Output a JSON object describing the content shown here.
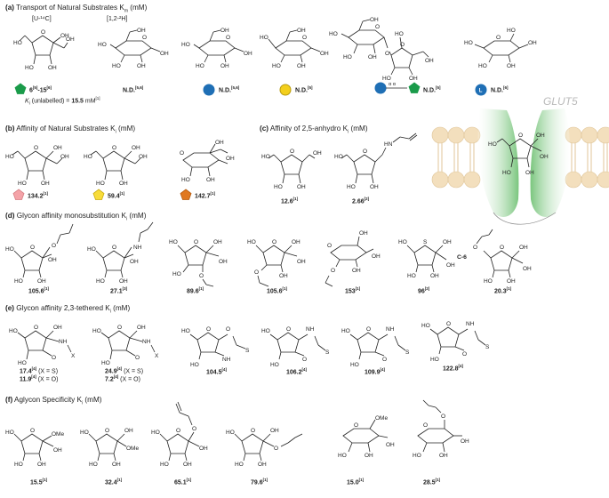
{
  "panels": {
    "a": {
      "letter": "(a)",
      "title": "Transport of Natural Substrates K",
      "title_sub": "m",
      "title_unit": " (mM)",
      "label_u14c": "[U-¹⁴C]",
      "label_12_2h": "[1,2-²H]",
      "values": [
        {
          "text": "6",
          "sup": "[5]",
          "text2": "-15",
          "sup2": "[6]"
        },
        {
          "text": "N.D.",
          "sup": "[5,6]"
        },
        {
          "text": "N.D.",
          "sup": "[5,6]"
        },
        {
          "text": "N.D.",
          "sup": "[5]"
        },
        {
          "text": "N.D.",
          "sup": "[5]"
        },
        {
          "text": "N.D.",
          "sup": "[6]"
        }
      ],
      "ki_note_pre": "K",
      "ki_note_sub": "i",
      "ki_note": " (unlabelled) = ",
      "ki_value": "15.5",
      "ki_unit": " mM",
      "ki_sup": "[1]",
      "linkage": "α α"
    },
    "b": {
      "letter": "(b)",
      "title": "Affinity of Natural Substrates K",
      "title_sub": "i",
      "title_unit": " (mM)",
      "values": [
        {
          "text": "134.2",
          "sup": "[1]"
        },
        {
          "text": "59.4",
          "sup": "[1]"
        },
        {
          "text": "142.7",
          "sup": "[1]"
        }
      ]
    },
    "c": {
      "letter": "(c)",
      "title": "Affinity of 2,5-anhydro K",
      "title_sub": "i",
      "title_unit": " (mM)",
      "values": [
        {
          "text": "12.6",
          "sup": "[1]"
        },
        {
          "text": "2.66",
          "sup": "[2]"
        }
      ]
    },
    "d": {
      "letter": "(d)",
      "title": "Glycon affinity monosubstitution K",
      "title_sub": "i",
      "title_unit": " (mM)",
      "c6_label": "C-6",
      "s_label": "S",
      "values": [
        {
          "text": "105.6",
          "sup": "[1]"
        },
        {
          "text": "27.1",
          "sup": "[3]"
        },
        {
          "text": "89.6",
          "sup": "[1]"
        },
        {
          "text": "105.6",
          "sup": "[1]"
        },
        {
          "text": "153",
          "sup": "[1]"
        },
        {
          "text": "96",
          "sup": "[2]"
        },
        {
          "text": "20.3",
          "sup": "[1]"
        }
      ]
    },
    "e": {
      "letter": "(e)",
      "title": "Glycon affinity 2,3-tethered K",
      "title_sub": "i",
      "title_unit": " (mM)",
      "values": [
        {
          "text": "17.4",
          "sup": "[4]",
          "cond": " (X = S)"
        },
        {
          "text": "11.9",
          "sup": "[4]",
          "cond": " (X = O)"
        },
        {
          "text": "24.9",
          "sup": "[4]",
          "cond": " (X = S)"
        },
        {
          "text": "7.2",
          "sup": "[4]",
          "cond": "  (X = O)"
        },
        {
          "text": "104.5",
          "sup": "[4]"
        },
        {
          "text": "106.2",
          "sup": "[4]"
        },
        {
          "text": "109.9",
          "sup": "[4]"
        },
        {
          "text": "122.8",
          "sup": "[4]"
        }
      ]
    },
    "f": {
      "letter": "(f)",
      "title": "Aglycon Specificity K",
      "title_sub": "i",
      "title_unit": " (mM)",
      "values": [
        {
          "text": "15.5",
          "sup": "[1]"
        },
        {
          "text": "32.4",
          "sup": "[1]"
        },
        {
          "text": "65.1",
          "sup": "[1]"
        },
        {
          "text": "79.6",
          "sup": "[1]"
        },
        {
          "text": "15.0",
          "sup": "[1]"
        },
        {
          "text": "28.5",
          "sup": "[1]"
        }
      ]
    }
  },
  "glut5_label": "GLUT5",
  "icons": {
    "fructose": "green-pentagon-icon",
    "glucose": "blue-circle-icon",
    "galactose": "yellow-circle-icon",
    "l-sugar": "blue-circle-l-icon",
    "sorbose": "pink-pentagon-icon",
    "tagatose": "yellow-pentagon-icon",
    "psicose": "orange-pentagon-icon"
  },
  "colors": {
    "fructose": "#1a9b4a",
    "glucose": "#1f6fb5",
    "galactose": "#f3cf1c",
    "sorbose": "#f4a3a8",
    "tagatose": "#f8dc3a",
    "psicose": "#e07820",
    "membrane": "#f3dfbd",
    "glut5": "#6bbf6f"
  }
}
